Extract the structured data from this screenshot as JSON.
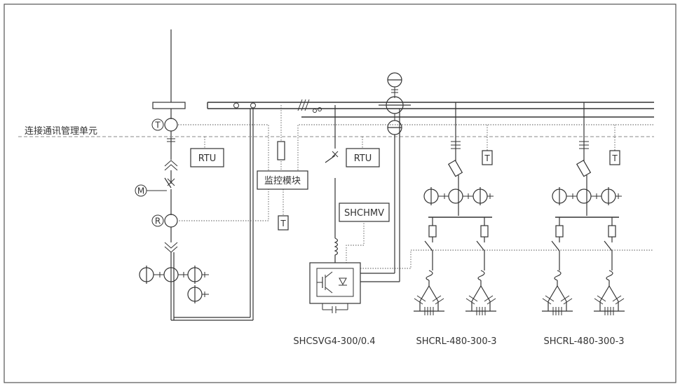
{
  "labels": {
    "comm_unit": "连接通讯管理单元",
    "rtu_left": "RTU",
    "rtu_mid": "RTU",
    "monitor": "监控模块",
    "shchmv": "SHCHMV",
    "svg_model": "SHCSVG4-300/0.4",
    "crl_model_1": "SHCRL-480-300-3",
    "crl_model_2": "SHCRL-480-300-3"
  },
  "symbols": {
    "t_main": "T",
    "t_monitor": "T",
    "t_branch1": "T",
    "t_branch2": "T",
    "m_motor": "M",
    "r_relay": "R"
  }
}
